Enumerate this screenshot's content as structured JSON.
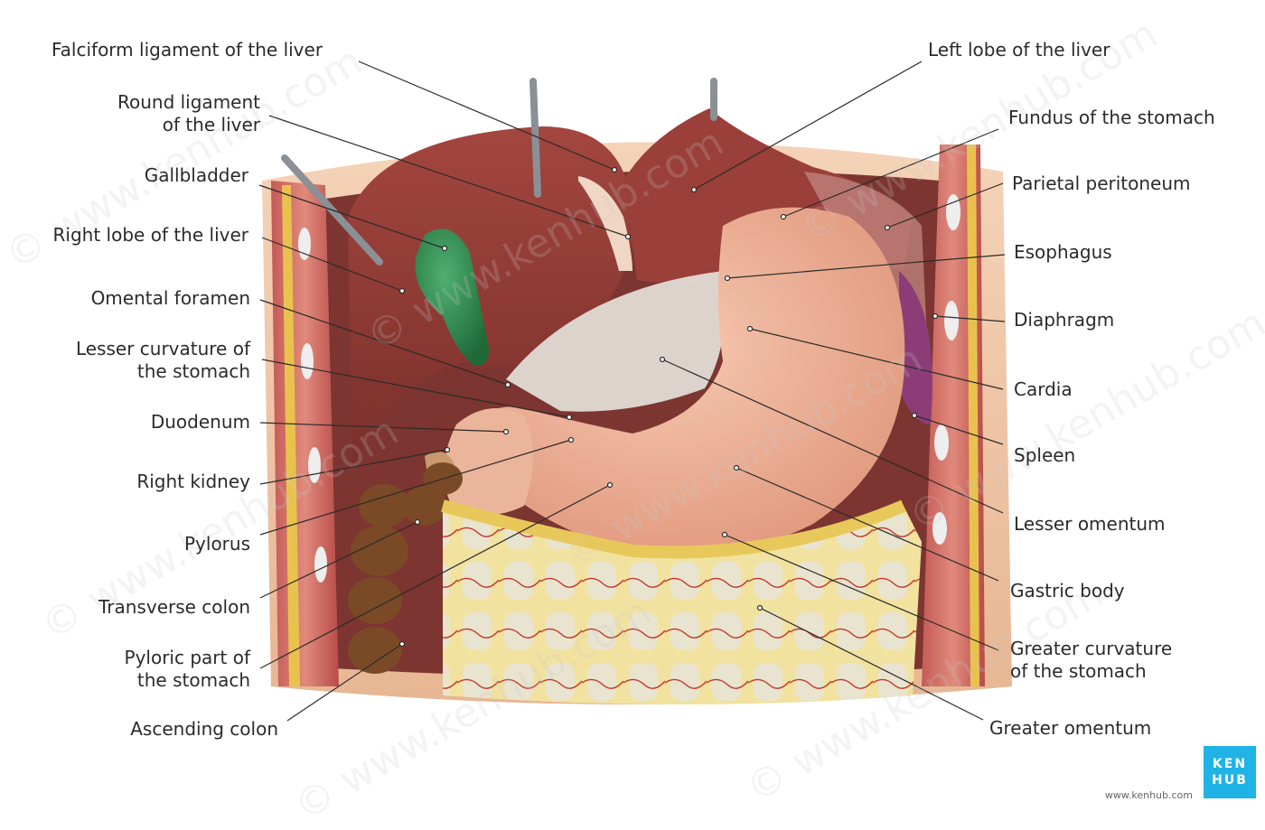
{
  "labels_left": [
    {
      "id": "falciform",
      "lines": [
        "Falciform ligament of the liver"
      ]
    },
    {
      "id": "round",
      "lines": [
        "Round ligament",
        "of the liver"
      ]
    },
    {
      "id": "gallbladder",
      "lines": [
        "Gallbladder"
      ]
    },
    {
      "id": "right-lobe",
      "lines": [
        "Right lobe of the liver"
      ]
    },
    {
      "id": "omental-foramen",
      "lines": [
        "Omental foramen"
      ]
    },
    {
      "id": "lesser-curvature",
      "lines": [
        "Lesser curvature of",
        "the stomach"
      ]
    },
    {
      "id": "duodenum",
      "lines": [
        "Duodenum"
      ]
    },
    {
      "id": "right-kidney",
      "lines": [
        "Right kidney"
      ]
    },
    {
      "id": "pylorus",
      "lines": [
        "Pylorus"
      ]
    },
    {
      "id": "transverse-colon",
      "lines": [
        "Transverse colon"
      ]
    },
    {
      "id": "pyloric-part",
      "lines": [
        "Pyloric part of",
        "the stomach"
      ]
    },
    {
      "id": "ascending-colon",
      "lines": [
        "Ascending colon"
      ]
    }
  ],
  "labels_right": [
    {
      "id": "left-lobe",
      "lines": [
        "Left lobe of the liver"
      ]
    },
    {
      "id": "fundus",
      "lines": [
        "Fundus of the stomach"
      ]
    },
    {
      "id": "parietal-peritoneum",
      "lines": [
        "Parietal peritoneum"
      ]
    },
    {
      "id": "esophagus",
      "lines": [
        "Esophagus"
      ]
    },
    {
      "id": "diaphragm",
      "lines": [
        "Diaphragm"
      ]
    },
    {
      "id": "cardia",
      "lines": [
        "Cardia"
      ]
    },
    {
      "id": "spleen",
      "lines": [
        "Spleen"
      ]
    },
    {
      "id": "lesser-omentum",
      "lines": [
        "Lesser omentum"
      ]
    },
    {
      "id": "gastric-body",
      "lines": [
        "Gastric body"
      ]
    },
    {
      "id": "greater-curvature",
      "lines": [
        "Greater curvature",
        "of the stomach"
      ]
    },
    {
      "id": "greater-omentum",
      "lines": [
        "Greater omentum"
      ]
    }
  ],
  "brand": {
    "line1": "KEN",
    "line2": "HUB",
    "url": "www.kenhub.com"
  },
  "watermark_text": "© www.kenhub.com",
  "colors": {
    "liver": "#8e3a35",
    "stomach": "#e9a98e",
    "gallbladder": "#2f8a4c",
    "fat": "#f1d77a",
    "muscle": "#b54848",
    "brand": "#1fb3e6"
  }
}
